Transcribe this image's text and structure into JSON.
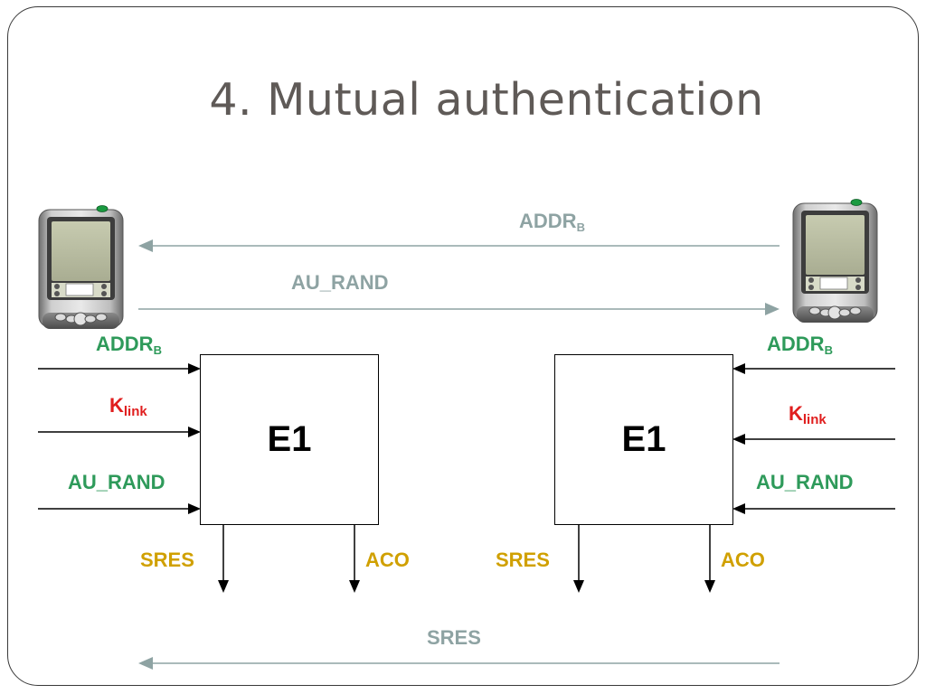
{
  "slide": {
    "title": "4. Mutual authentication"
  },
  "messages": {
    "addr_b": {
      "main": "ADDR",
      "sub": "B"
    },
    "au_rand": "AU_RAND",
    "sres": "SRES"
  },
  "left_unit": {
    "box_label": "E1",
    "input_addr": {
      "main": "ADDR",
      "sub": "B"
    },
    "input_klink": {
      "main": "K",
      "sub": "link"
    },
    "input_au_rand": "AU_RAND",
    "output_sres": "SRES",
    "output_aco": "ACO"
  },
  "right_unit": {
    "box_label": "E1",
    "input_addr": {
      "main": "ADDR",
      "sub": "B"
    },
    "input_klink": {
      "main": "K",
      "sub": "link"
    },
    "input_au_rand": "AU_RAND",
    "output_sres": "SRES",
    "output_aco": "ACO"
  },
  "colors": {
    "message_text": "#8ea3a3",
    "input_label": "#2e9a5a",
    "key_label": "#e01e1e",
    "output_label": "#d0a000",
    "message_arrow": "#8ea3a3"
  },
  "icons": {
    "left_device": "pda-device-icon",
    "right_device": "pda-device-icon"
  }
}
